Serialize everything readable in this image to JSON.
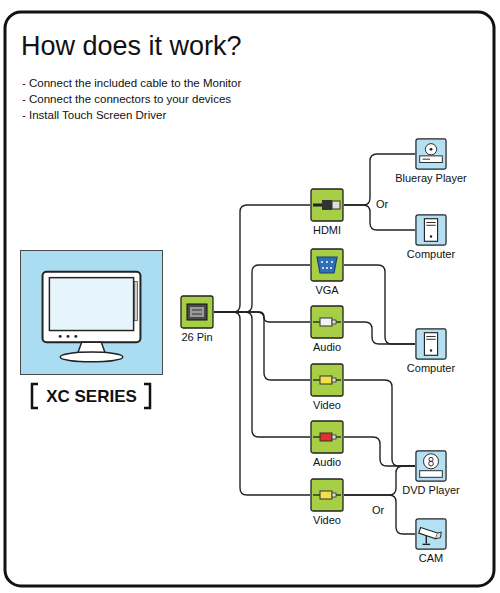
{
  "diagram": {
    "title": "How does it work?",
    "nodes": [
      {
        "text": [
          "XC SERIES"
        ]
      },
      {
        "text": [
          "26 Pin"
        ]
      },
      {
        "text": [
          "HDMI"
        ]
      },
      {
        "text": [
          "VGA"
        ]
      },
      {
        "text": [
          "Audio"
        ]
      },
      {
        "text": [
          "Video"
        ]
      },
      {
        "text": [
          "Audio"
        ]
      },
      {
        "text": [
          "Video"
        ]
      },
      {
        "text": [
          "Blueray Player"
        ]
      },
      {
        "text": [
          "Computer"
        ]
      },
      {
        "text": [
          "Computer"
        ]
      },
      {
        "text": [
          "DVD Player"
        ]
      },
      {
        "text": [
          "CAM"
        ]
      }
    ],
    "edges": [
      {
        "from": 1,
        "to": 2,
        "arrow": "none"
      },
      {
        "from": 1,
        "to": 3,
        "arrow": "none"
      },
      {
        "from": 1,
        "to": 4,
        "arrow": "none"
      },
      {
        "from": 1,
        "to": 5,
        "arrow": "none"
      },
      {
        "from": 1,
        "to": 6,
        "arrow": "none"
      },
      {
        "from": 1,
        "to": 7,
        "arrow": "none"
      },
      {
        "from": 2,
        "to": 8,
        "arrow": "none"
      },
      {
        "from": 2,
        "to": 9,
        "arrow": "none"
      },
      {
        "from": 3,
        "to": 10,
        "arrow": "none"
      },
      {
        "from": 4,
        "to": 10,
        "arrow": "none"
      },
      {
        "from": 5,
        "to": 11,
        "arrow": "none"
      },
      {
        "from": 6,
        "to": 11,
        "arrow": "none"
      },
      {
        "from": 7,
        "to": 11,
        "arrow": "none"
      },
      {
        "from": 7,
        "to": 12,
        "arrow": "none"
      }
    ],
    "labels": [
      "- Connect the included cable to the Monitor",
      "- Connect the connectors to your devices",
      "- Install Touch Screen Driver",
      "Or",
      "Or"
    ]
  }
}
